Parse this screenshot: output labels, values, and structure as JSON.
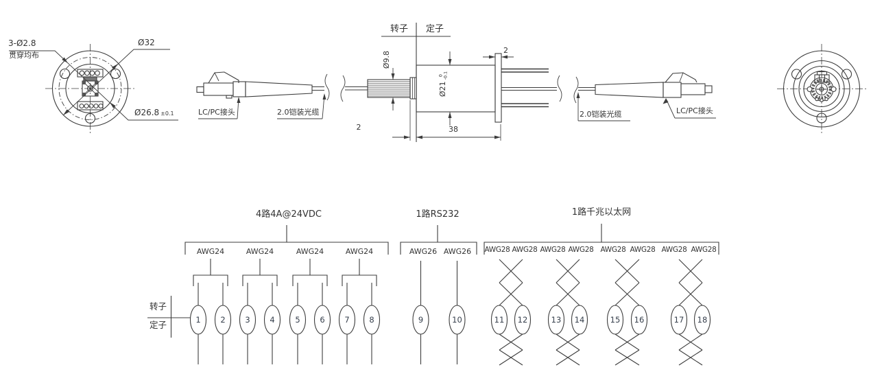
{
  "front_view": {
    "hole_callout": "3-Ø2.8",
    "hole_note": "贯穿均布",
    "outer_diameter": "Ø32",
    "bolt_circle_diameter": "Ø26.8",
    "bolt_circle_tolerance": "±0.1"
  },
  "side_view": {
    "rotor": "转子",
    "stator": "定子",
    "bundle_diameter": "Ø9.8",
    "body_diameter": "Ø21",
    "body_tol_upper": "0",
    "body_tol_lower": "-0.1",
    "collar_width": "2",
    "body_length": "38",
    "flange_width": "2",
    "left_connector": "LC/PC接头",
    "left_cable": "2.0铠装光缆",
    "right_cable": "2.0铠装光缆",
    "right_connector": "LC/PC接头"
  },
  "wiring": {
    "rotor": "转子",
    "stator": "定子",
    "groups": [
      {
        "title": "4路4A@24VDC",
        "wires": [
          "AWG24",
          "AWG24",
          "AWG24",
          "AWG24"
        ]
      },
      {
        "title": "1路RS232",
        "wires": [
          "AWG26",
          "AWG26"
        ]
      },
      {
        "title": "1路千兆以太网",
        "wires": [
          "AWG28",
          "AWG28",
          "AWG28",
          "AWG28",
          "AWG28",
          "AWG28",
          "AWG28",
          "AWG28"
        ]
      }
    ],
    "contacts": [
      "1",
      "2",
      "3",
      "4",
      "5",
      "6",
      "7",
      "8",
      "9",
      "10",
      "11",
      "12",
      "13",
      "14",
      "15",
      "16",
      "17",
      "18"
    ]
  }
}
